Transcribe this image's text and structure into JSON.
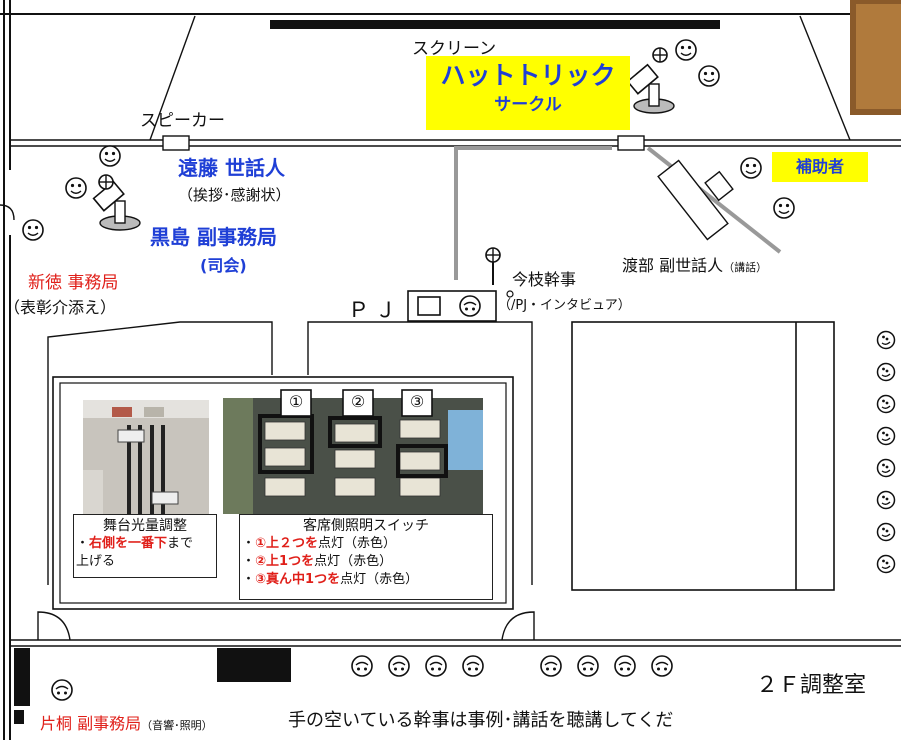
{
  "labels": {
    "screen": "スクリーン",
    "speaker": "スピーカー",
    "pj": "ＰＪ",
    "control_room": "２Ｆ調整室",
    "bottom_note": "手の空いている幹事は事例･講話を聴講してくだ"
  },
  "banner": {
    "line1": "ハットトリック",
    "line2": "サークル"
  },
  "helper": "補助者",
  "people": {
    "endo": {
      "name": "遠藤 世話人",
      "role": "（挨拶･感謝状）"
    },
    "kuroshima": {
      "name": "黒島 副事務局",
      "role": "(司会)"
    },
    "niitoku": {
      "name": "新徳 事務局",
      "role": "（表彰介添え）"
    },
    "imaeda": {
      "name": "今枝幹事",
      "role": "（/PJ・インタビュア）"
    },
    "watabe": {
      "name": "渡部 副世話人",
      "role": "（講話）"
    },
    "katagiri": {
      "name": "片桐 副事務局",
      "role": "（音響･照明）"
    }
  },
  "stage_panel": {
    "title": "舞台光量調整",
    "line1_red": "右側を一番下",
    "line1_tail": "まで",
    "line2": "上げる"
  },
  "switch_panel": {
    "title": "客席側照明スイッチ",
    "markers": [
      "①",
      "②",
      "③"
    ],
    "items": [
      {
        "bullet": "・",
        "red": "①上２つを",
        "rest": "点灯（赤色）"
      },
      {
        "bullet": "・",
        "red": "②上1つを",
        "rest": "点灯（赤色）"
      },
      {
        "bullet": "・",
        "red": "③真ん中1つを",
        "rest": "点灯（赤色）"
      }
    ]
  },
  "colors": {
    "accent_blue": "#1f3fd6",
    "highlight_yellow": "#ffff00",
    "red": "#e0201a"
  }
}
